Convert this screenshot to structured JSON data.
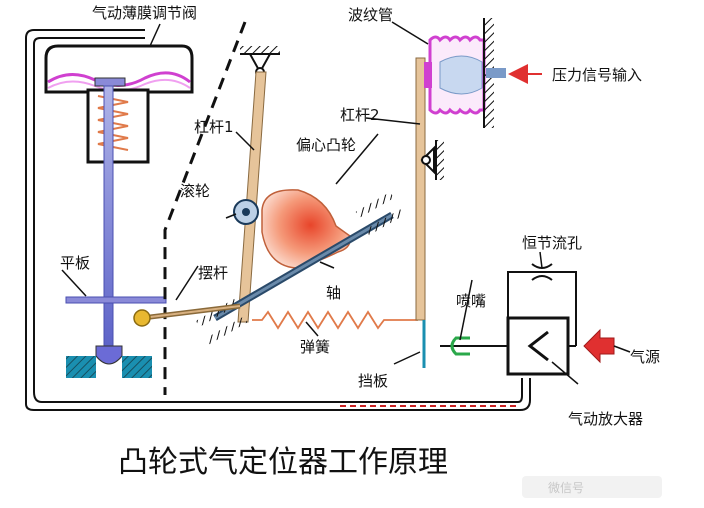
{
  "diagram": {
    "title": "凸轮式气定位器工作原理",
    "watermark": "微信号",
    "labels": {
      "diaphragm_valve": "气动薄膜调节阀",
      "bellows": "波纹管",
      "pressure_input": "压力信号输入",
      "lever1": "杠杆1",
      "lever2": "杠杆2",
      "eccentric_cam": "偏心凸轮",
      "roller": "滚轮",
      "plate": "平板",
      "swing_rod": "摆杆",
      "shaft": "轴",
      "constant_orifice": "恒节流孔",
      "nozzle": "喷嘴",
      "air_source": "气源",
      "spring": "弹簧",
      "baffle": "挡板",
      "pneumatic_amplifier": "气动放大器"
    },
    "colors": {
      "pipe": "#111111",
      "stem": "#6b6bd6",
      "lever": "#e6c49a",
      "cam": "#e04a2a",
      "bellows": "#d040d0",
      "spring": "#e07a4a",
      "arrow": "#e03030",
      "valve_seat": "#1a8fb0",
      "nozzle": "#2aa84a",
      "dashed_line": "#cc2222"
    }
  }
}
